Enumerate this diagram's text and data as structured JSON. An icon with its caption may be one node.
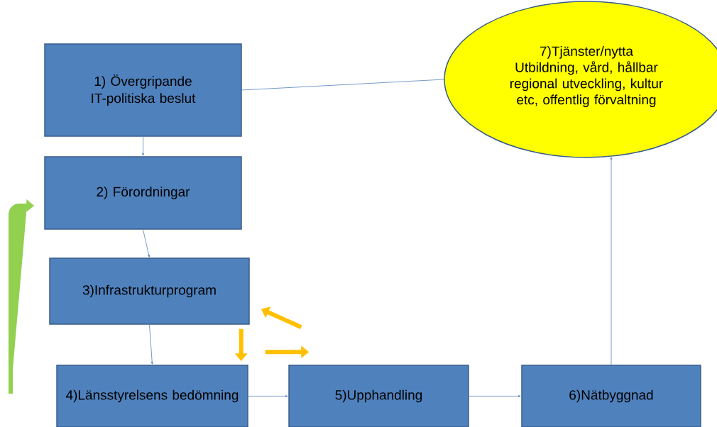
{
  "diagram": {
    "nodes": [
      {
        "text": [
          "1) Övergripande IT-politiska beslut"
        ]
      },
      {
        "text": [
          "2) Förordningar"
        ]
      },
      {
        "text": [
          "3)Infrastrukturprogram"
        ]
      },
      {
        "text": [
          "4)Länsstyrelsens bedömning"
        ]
      },
      {
        "text": [
          "5)Upphandling"
        ]
      },
      {
        "text": [
          "6)Nätbyggnad"
        ]
      },
      {
        "text": [
          "7)Tjänster/nytta",
          "Utbildning, vård, hållbar regional utveckling, kultur etc, offentlig förvaltning"
        ]
      }
    ],
    "edges": [
      {
        "from": 0,
        "to": 1,
        "arrow": "to"
      },
      {
        "from": 1,
        "to": 2,
        "arrow": "to"
      },
      {
        "from": 2,
        "to": 3,
        "arrow": "to"
      },
      {
        "from": 3,
        "to": 4,
        "arrow": "to"
      },
      {
        "from": 4,
        "to": 5,
        "arrow": "to"
      },
      {
        "from": 0,
        "to": 6,
        "arrow": "none"
      },
      {
        "from": 5,
        "to": 6,
        "arrow": "to"
      },
      {
        "from": 2,
        "to": 3,
        "arrow": "to",
        "style": "thick",
        "color": "#ffc000"
      },
      {
        "from": 3,
        "to": 4,
        "arrow": "to",
        "style": "thick",
        "color": "#ffc000"
      },
      {
        "from": 4,
        "to": 2,
        "arrow": "to",
        "style": "thick",
        "color": "#ffc000"
      },
      {
        "from": null,
        "to": 1,
        "arrow": "to",
        "style": "thick",
        "color": "#92d050"
      }
    ]
  }
}
